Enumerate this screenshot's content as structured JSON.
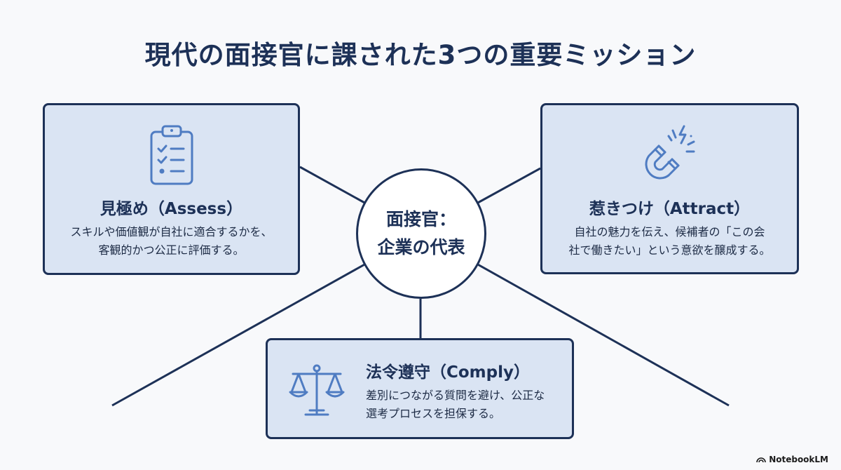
{
  "title": "現代の面接官に課された3つの重要ミッション",
  "center": {
    "line1": "面接官：",
    "line2": "企業の代表"
  },
  "missions": {
    "assess": {
      "heading": "見極め（Assess）",
      "desc_line1": "スキルや価値観が自社に適合するかを、",
      "desc_line2": "客観的かつ公正に評価する。",
      "icon": "clipboard-checklist-icon"
    },
    "attract": {
      "heading": "惹きつけ（Attract）",
      "desc_line1": "自社の魅力を伝え、候補者の「この会",
      "desc_line2": "社で働きたい」という意欲を醸成する。",
      "icon": "magnet-icon"
    },
    "comply": {
      "heading": "法令遵守（Comply）",
      "desc_line1": "差別につながる質問を避け、公正な",
      "desc_line2": "選考プロセスを担保する。",
      "icon": "balance-scale-icon"
    }
  },
  "brand": {
    "label": "NotebookLM"
  },
  "colors": {
    "navy": "#1d3157",
    "box_fill": "#dae4f3",
    "icon_blue": "#4f7cc2",
    "background": "#f8f9fb"
  }
}
